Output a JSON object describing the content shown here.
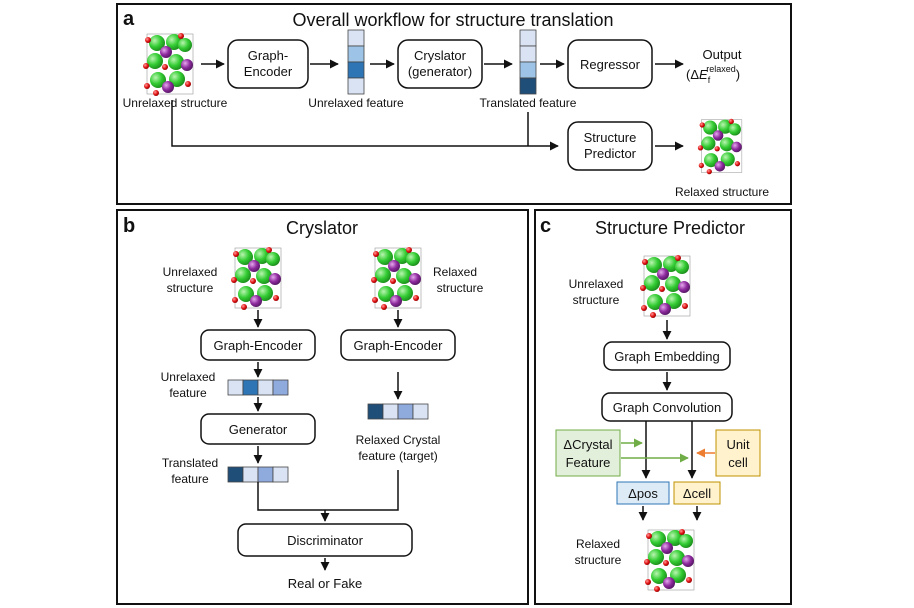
{
  "panel_a": {
    "letter": "a",
    "title": "Overall workflow for structure translation",
    "graph_encoder": [
      "Graph-",
      "Encoder"
    ],
    "cryslator": [
      "Cryslator",
      "(generator)"
    ],
    "regressor": "Regressor",
    "structure_predictor": [
      "Structure",
      "Predictor"
    ],
    "unrelaxed_structure": "Unrelaxed structure",
    "unrelaxed_feature": "Unrelaxed feature",
    "translated_feature": "Translated feature",
    "output_label": "Output",
    "output_expr": {
      "open": "(Δ",
      "E": "E",
      "sub": "f",
      "sup": "relaxed",
      "close": ")"
    },
    "relaxed_structure": "Relaxed structure"
  },
  "panel_b": {
    "letter": "b",
    "title": "Cryslator",
    "unrelaxed_structure": [
      "Unrelaxed",
      "structure"
    ],
    "relaxed_structure": [
      "Relaxed",
      "structure"
    ],
    "graph_encoder_left": "Graph-Encoder",
    "graph_encoder_right": "Graph-Encoder",
    "unrelaxed_feature": [
      "Unrelaxed",
      "feature"
    ],
    "generator": "Generator",
    "translated_feature": [
      "Translated",
      "feature"
    ],
    "relaxed_crystal_feature": [
      "Relaxed Crystal",
      "feature (target)"
    ],
    "discriminator": "Discriminator",
    "real_or_fake": "Real or Fake"
  },
  "panel_c": {
    "letter": "c",
    "title": "Structure Predictor",
    "unrelaxed_structure": [
      "Unrelaxed",
      "structure"
    ],
    "graph_embedding": "Graph Embedding",
    "graph_convolution": "Graph Convolution",
    "delta_crystal_feature": [
      "ΔCrystal",
      "Feature"
    ],
    "unit_cell": [
      "Unit",
      "cell"
    ],
    "delta_pos": "Δpos",
    "delta_cell": "Δcell",
    "relaxed_structure": [
      "Relaxed",
      "structure"
    ]
  },
  "colors": {
    "frame": "#111111",
    "feature_dark": "#1f4e79",
    "feature_mid": "#2e75b6",
    "feature_light": "#9dc3e6",
    "feature_pale": "#dae3f3",
    "feature_lav": "#8faadc",
    "crystal_feature_fill": "#e2efda",
    "crystal_feature_border": "#70ad47",
    "unit_cell_fill": "#fff2cc",
    "unit_cell_border": "#bf9000",
    "delta_pos_fill": "#ddebf7",
    "delta_pos_border": "#2e75b6",
    "delta_cell_fill": "#fff2cc",
    "green_arrow": "#70ad47",
    "orange_arrow": "#ed7d31",
    "atom_green": "#33cc33",
    "atom_purple": "#8e2a9e",
    "atom_red": "#e01010"
  }
}
